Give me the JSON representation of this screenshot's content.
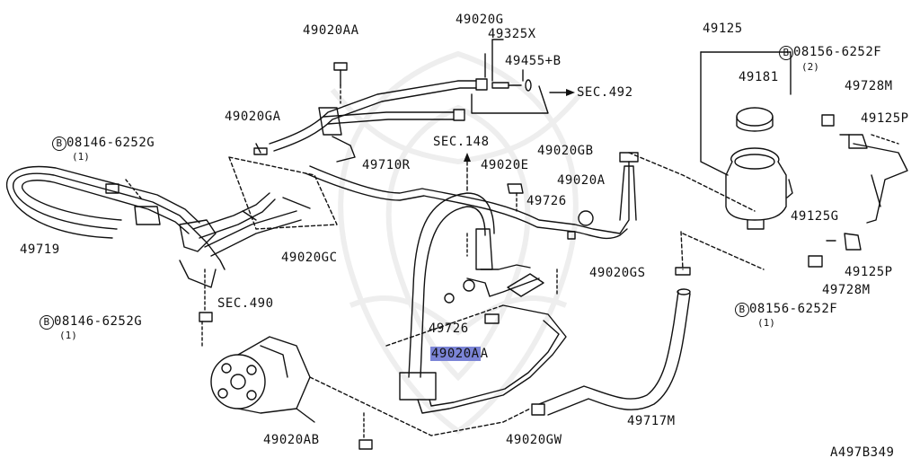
{
  "diagram_id": "A497B349",
  "labels": {
    "p49020AA": "49020AA",
    "p49020G": "49020G",
    "p49325X": "49325X",
    "p49455B": "49455+B",
    "sec492": "SEC.492",
    "p49125": "49125",
    "bolt1_code": "08156-6252F",
    "bolt1_qty": "(2)",
    "p49181": "49181",
    "p49728M_top": "49728M",
    "p49125P_top": "49125P",
    "p49020GA": "49020GA",
    "bolt2_code": "08146-6252G",
    "bolt2_qty": "(1)",
    "sec148": "SEC.148",
    "p49020GB": "49020GB",
    "p49710R": "49710R",
    "p49020E": "49020E",
    "p49020A": "49020A",
    "p49726_top": "49726",
    "p49125G": "49125G",
    "p49719": "49719",
    "p49020GC": "49020GC",
    "p49020GS": "49020GS",
    "p49125P_bot": "49125P",
    "p49728M_bot": "49728M",
    "sec490": "SEC.490",
    "bolt3_code": "08146-6252G",
    "bolt3_qty": "(1)",
    "p49726_bot": "49726",
    "p49020AA_hl_a": "49020A",
    "p49020AA_hl_b": "A",
    "bolt4_code": "08156-6252F",
    "bolt4_qty": "(1)",
    "p49717M": "49717M",
    "p49020AB": "49020AB",
    "p49020GW": "49020GW",
    "bolt_symbol": "B"
  },
  "colors": {
    "line": "#111111",
    "highlight": "#7b84d6",
    "watermark": "#333333"
  }
}
